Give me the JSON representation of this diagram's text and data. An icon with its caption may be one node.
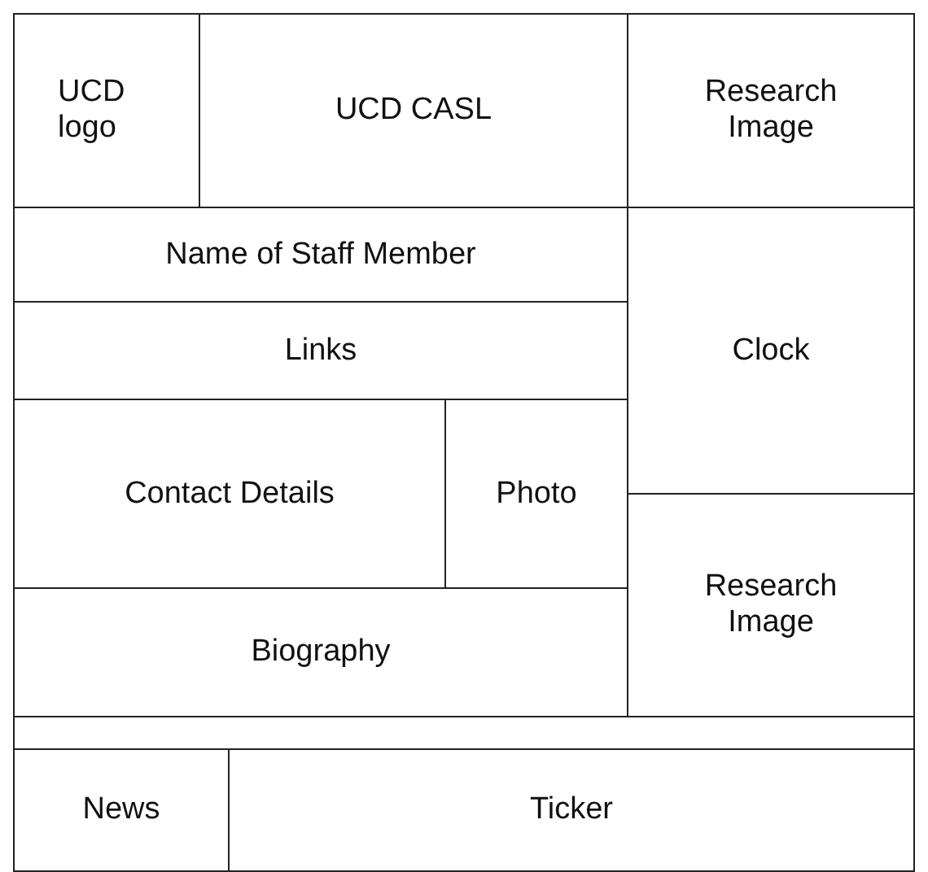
{
  "diagram": {
    "nodes": [
      {
        "text": [
          "UCD logo"
        ]
      },
      {
        "text": [
          "UCD CASL"
        ]
      },
      {
        "text": [
          "Research Image"
        ]
      },
      {
        "text": [
          "Name of Staff Member"
        ]
      },
      {
        "text": [
          "Clock"
        ]
      },
      {
        "text": [
          "Links"
        ]
      },
      {
        "text": [
          "Contact Details"
        ]
      },
      {
        "text": [
          "Photo"
        ]
      },
      {
        "text": [
          "Research Image"
        ]
      },
      {
        "text": [
          "Biography"
        ]
      },
      {
        "text": [],
        "shape": "box"
      },
      {
        "text": [
          "News"
        ]
      },
      {
        "text": [
          "Ticker"
        ]
      }
    ]
  }
}
